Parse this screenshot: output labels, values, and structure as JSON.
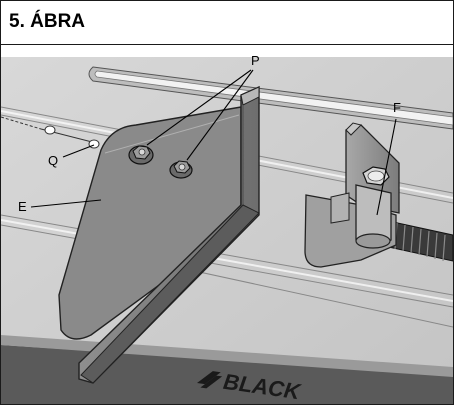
{
  "figure": {
    "title": "5. ÁBRA"
  },
  "callouts": {
    "p": "P",
    "q": "Q",
    "e": "E",
    "f": "F"
  },
  "brand": {
    "text": "BLACK"
  }
}
